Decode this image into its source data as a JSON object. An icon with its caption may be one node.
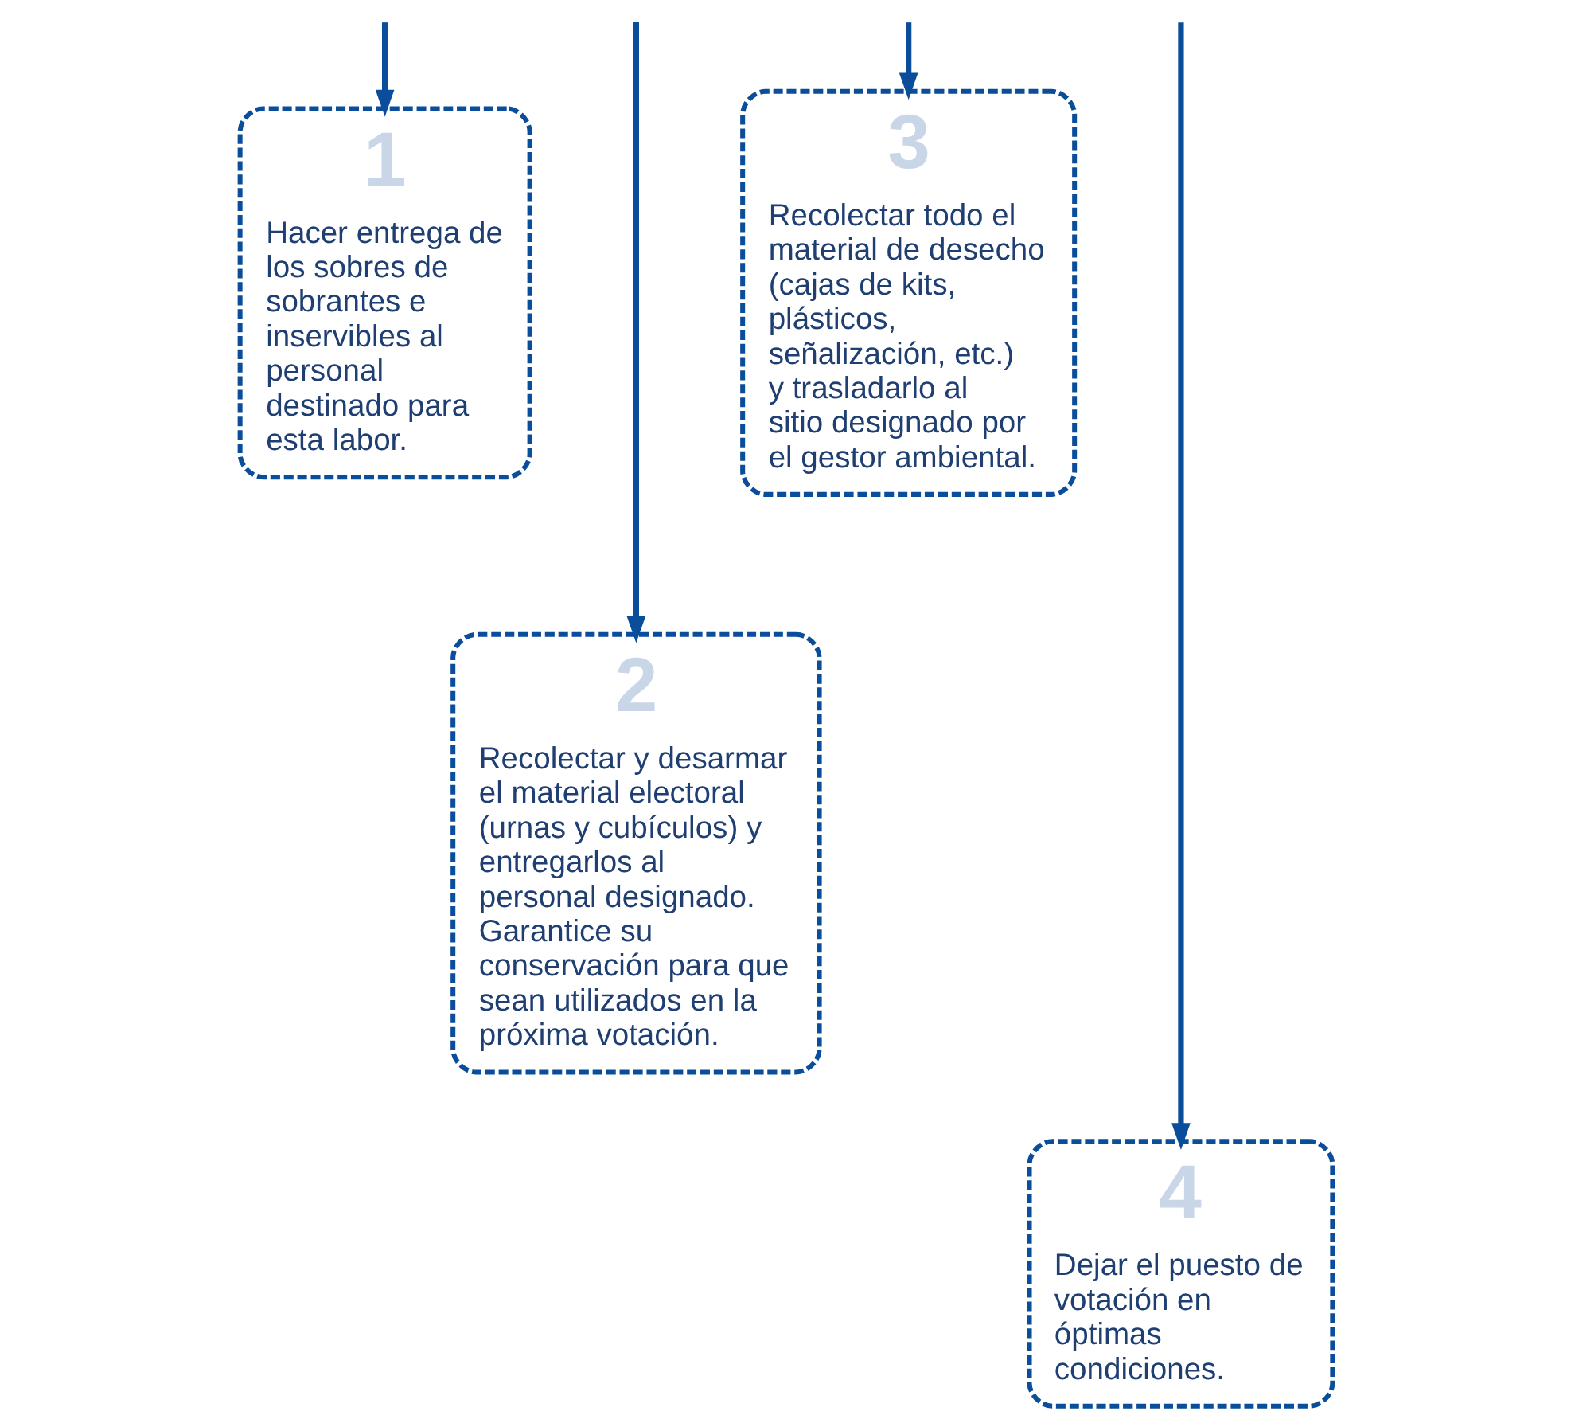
{
  "diagram": {
    "nodes": [
      {
        "text": [
          "1",
          "Hacer entrega de los sobres de sobrantes e inservibles al personal destinado para esta labor."
        ]
      },
      {
        "text": [
          "2",
          "Recolectar y desarmar el material electoral (urnas y cubículos) y entregarlos al personal designado. Garantice su conservación para que sean utilizados en la próxima votación."
        ]
      },
      {
        "text": [
          "3",
          "Recolectar todo el material de desecho (cajas de kits, plásticos, señalización, etc.) y trasladarlo al sitio designado por el gestor ambiental."
        ]
      },
      {
        "text": [
          "4",
          "Dejar el puesto de votación en óptimas condiciones."
        ]
      }
    ],
    "edges": [
      {
        "from": null,
        "to": 0,
        "arrow": "to"
      },
      {
        "from": null,
        "to": 1,
        "arrow": "to"
      },
      {
        "from": null,
        "to": 2,
        "arrow": "to"
      },
      {
        "from": null,
        "to": 3,
        "arrow": "to"
      }
    ]
  }
}
